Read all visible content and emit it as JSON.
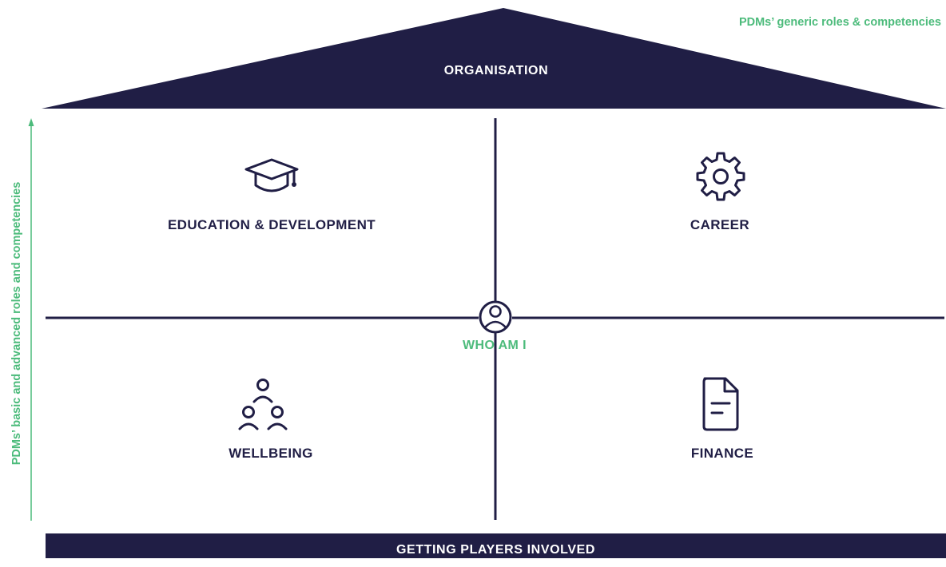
{
  "roof": {
    "label": "ORGANISATION"
  },
  "notes": {
    "top_right": "PDMs’ generic roles & competencies",
    "side": "PDMs’ basic and advanced roles and competencies"
  },
  "quadrants": {
    "top_left": {
      "label": "EDUCATION & DEVELOPMENT",
      "icon": "graduation-cap-icon"
    },
    "top_right": {
      "label": "CAREER",
      "icon": "gear-icon"
    },
    "bottom_left": {
      "label": "WELLBEING",
      "icon": "group-people-icon"
    },
    "bottom_right": {
      "label": "FINANCE",
      "icon": "document-icon"
    }
  },
  "center": {
    "label": "WHO AM I",
    "icon": "person-circle-icon"
  },
  "footer": {
    "label": "GETTING PLAYERS INVOLVED"
  },
  "colors": {
    "navy": "#201e45",
    "green": "#4cbb7b",
    "background": "#ffffff"
  }
}
